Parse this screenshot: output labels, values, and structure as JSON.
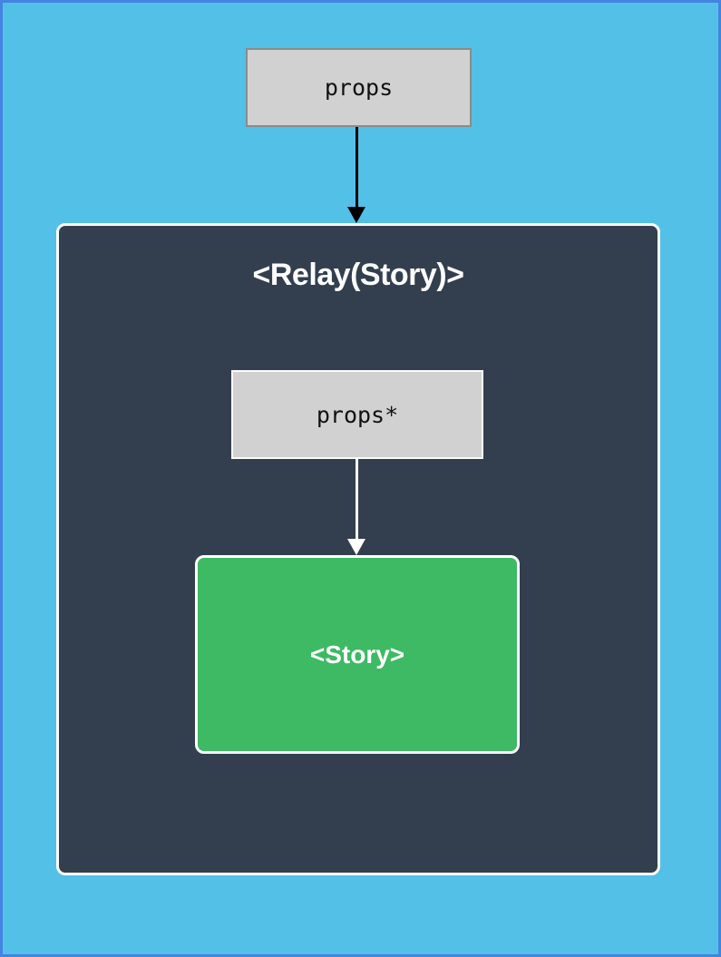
{
  "diagram": {
    "props_box": {
      "label": "props"
    },
    "relay_container": {
      "title": "<Relay(Story)>"
    },
    "props_star_box": {
      "label": "props*"
    },
    "story_box": {
      "label": "<Story>"
    }
  },
  "colors": {
    "bg": "#53c0e7",
    "frame": "#4583e0",
    "container-fill": "#333f4f",
    "container-border": "#ffffff",
    "box-fill": "#d1d1d1",
    "box-border-gray": "#8b8b8b",
    "box-border-white": "#fbfbfb",
    "story-fill": "#3dba63",
    "arrow-black": "#000000",
    "arrow-white": "#ffffff",
    "text-dark": "#111111",
    "text-light": "#ffffff"
  }
}
